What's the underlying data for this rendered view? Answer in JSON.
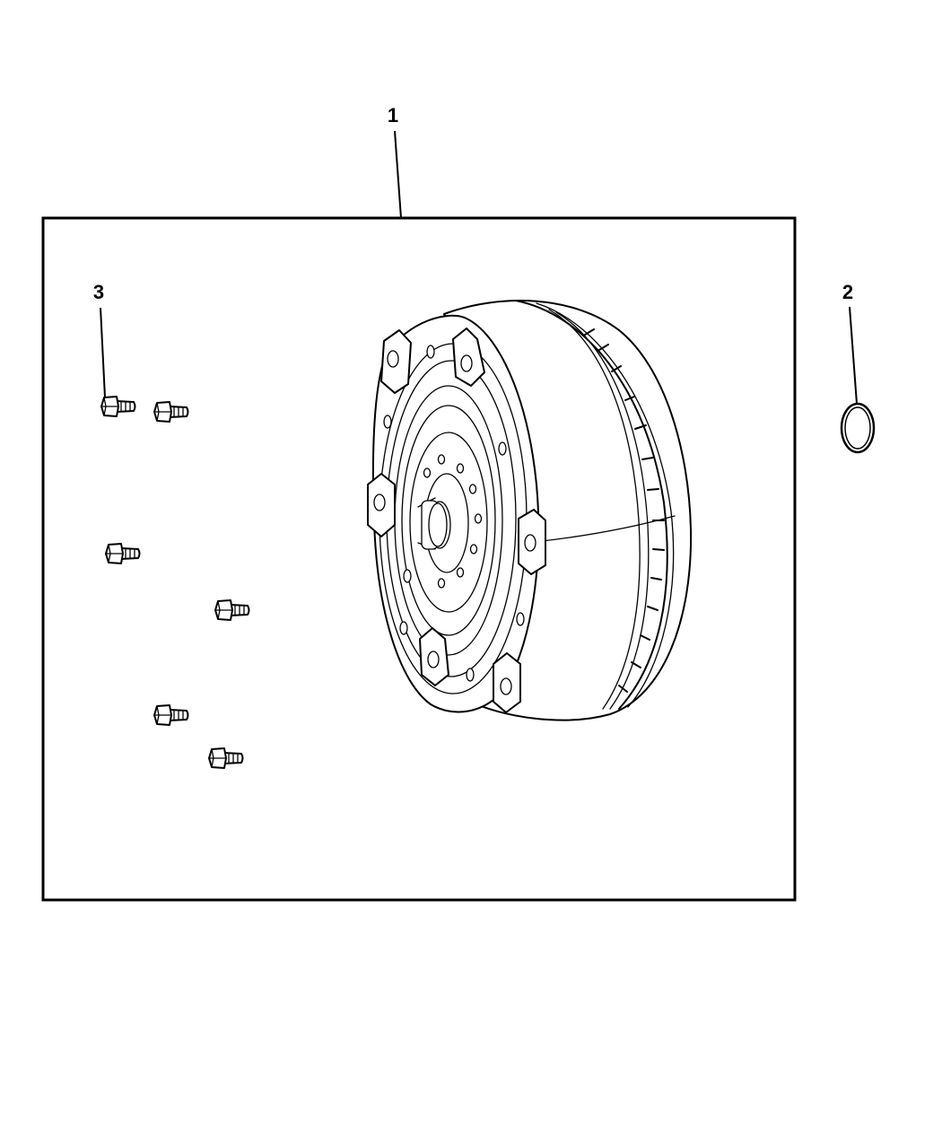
{
  "callouts": {
    "kit": "1",
    "o_ring": "2",
    "bolt": "3"
  },
  "colors": {
    "line": "#000000",
    "background": "#ffffff"
  }
}
